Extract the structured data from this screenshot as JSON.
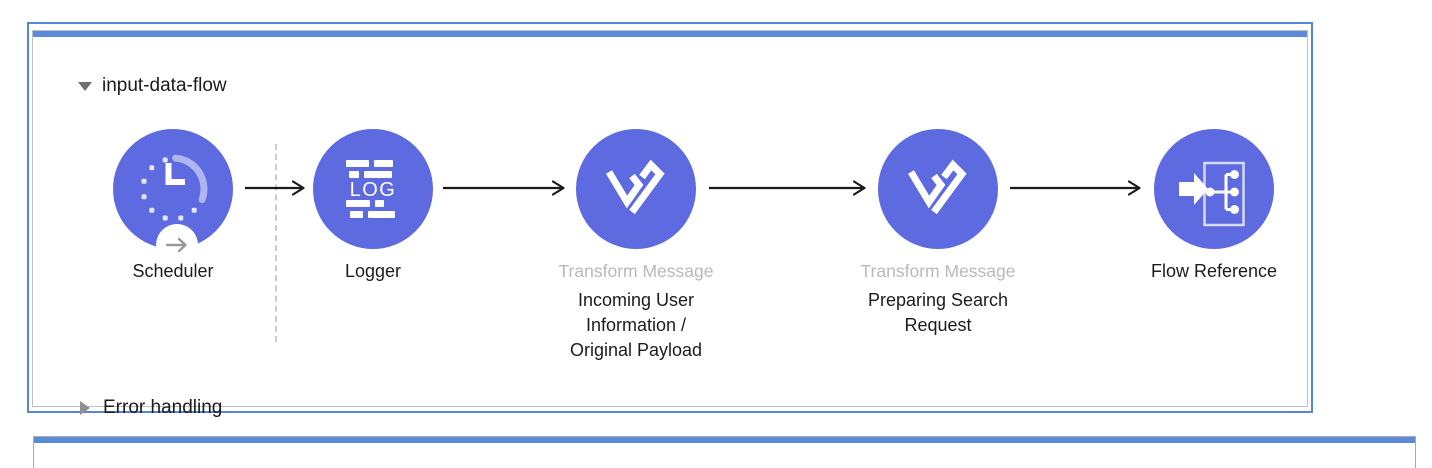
{
  "flow": {
    "title": "input-data-flow",
    "nodes": [
      {
        "icon": "scheduler-clock-icon",
        "name": "Scheduler"
      },
      {
        "icon": "logger-icon",
        "icon_text": "LOG",
        "name": "Logger"
      },
      {
        "icon": "transform-dataweave-icon",
        "type_label": "Transform Message",
        "name_lines": [
          "Incoming User",
          "Information /",
          "Original Payload"
        ]
      },
      {
        "icon": "transform-dataweave-icon",
        "type_label": "Transform Message",
        "name_lines": [
          "Preparing Search",
          "Request"
        ]
      },
      {
        "icon": "flow-reference-icon",
        "name": "Flow Reference"
      }
    ],
    "error_handling_label": "Error handling"
  },
  "colors": {
    "node_circle": "#5E6ADF",
    "selection_border": "#5585DB",
    "flow_header_bar": "#5B8BD8",
    "inner_border": "#C0C0C0",
    "dashed_separator": "#CBCBCB",
    "type_label_gray": "#B9B9BD",
    "text_black": "#1B1B1B",
    "connector_black": "#1A1A1A",
    "notch_arrow_gray": "#9A9A9A",
    "expanded_triangle_gray": "#6F6F6F",
    "collapsed_triangle_gray": "#8F8F8F"
  }
}
